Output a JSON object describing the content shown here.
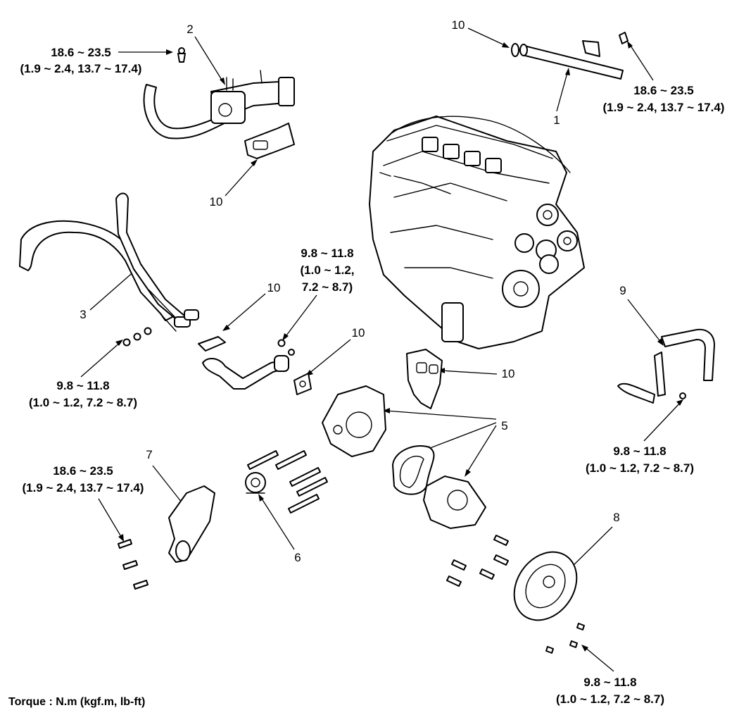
{
  "torques": {
    "t_top_left": [
      "18.6 ~ 23.5",
      "(1.9 ~ 2.4, 13.7 ~ 17.4)"
    ],
    "t_top_right": [
      "18.6 ~ 23.5",
      "(1.9 ~ 2.4, 13.7 ~ 17.4)"
    ],
    "t_center": [
      "9.8 ~ 11.8",
      "(1.0 ~ 1.2,",
      "7.2 ~ 8.7)"
    ],
    "t_left_mid": [
      "9.8 ~ 11.8",
      "(1.0 ~ 1.2, 7.2 ~ 8.7)"
    ],
    "t_right_mid": [
      "9.8 ~ 11.8",
      "(1.0 ~ 1.2, 7.2 ~ 8.7)"
    ],
    "t_left_low": [
      "18.6 ~ 23.5",
      "(1.9 ~ 2.4, 13.7 ~ 17.4)"
    ],
    "t_bottom_right": [
      "9.8 ~ 11.8",
      "(1.0 ~ 1.2, 7.2 ~ 8.7)"
    ]
  },
  "callouts": {
    "c1": "1",
    "c2": "2",
    "c3": "3",
    "c5": "5",
    "c6": "6",
    "c7": "7",
    "c8": "8",
    "c9": "9",
    "c10_top_right": "10",
    "c10_upper_left": "10",
    "c10_center_left": "10",
    "c10_center": "10",
    "c10_right": "10"
  },
  "footer": "Torque : N.m (kgf.m, lb-ft)"
}
